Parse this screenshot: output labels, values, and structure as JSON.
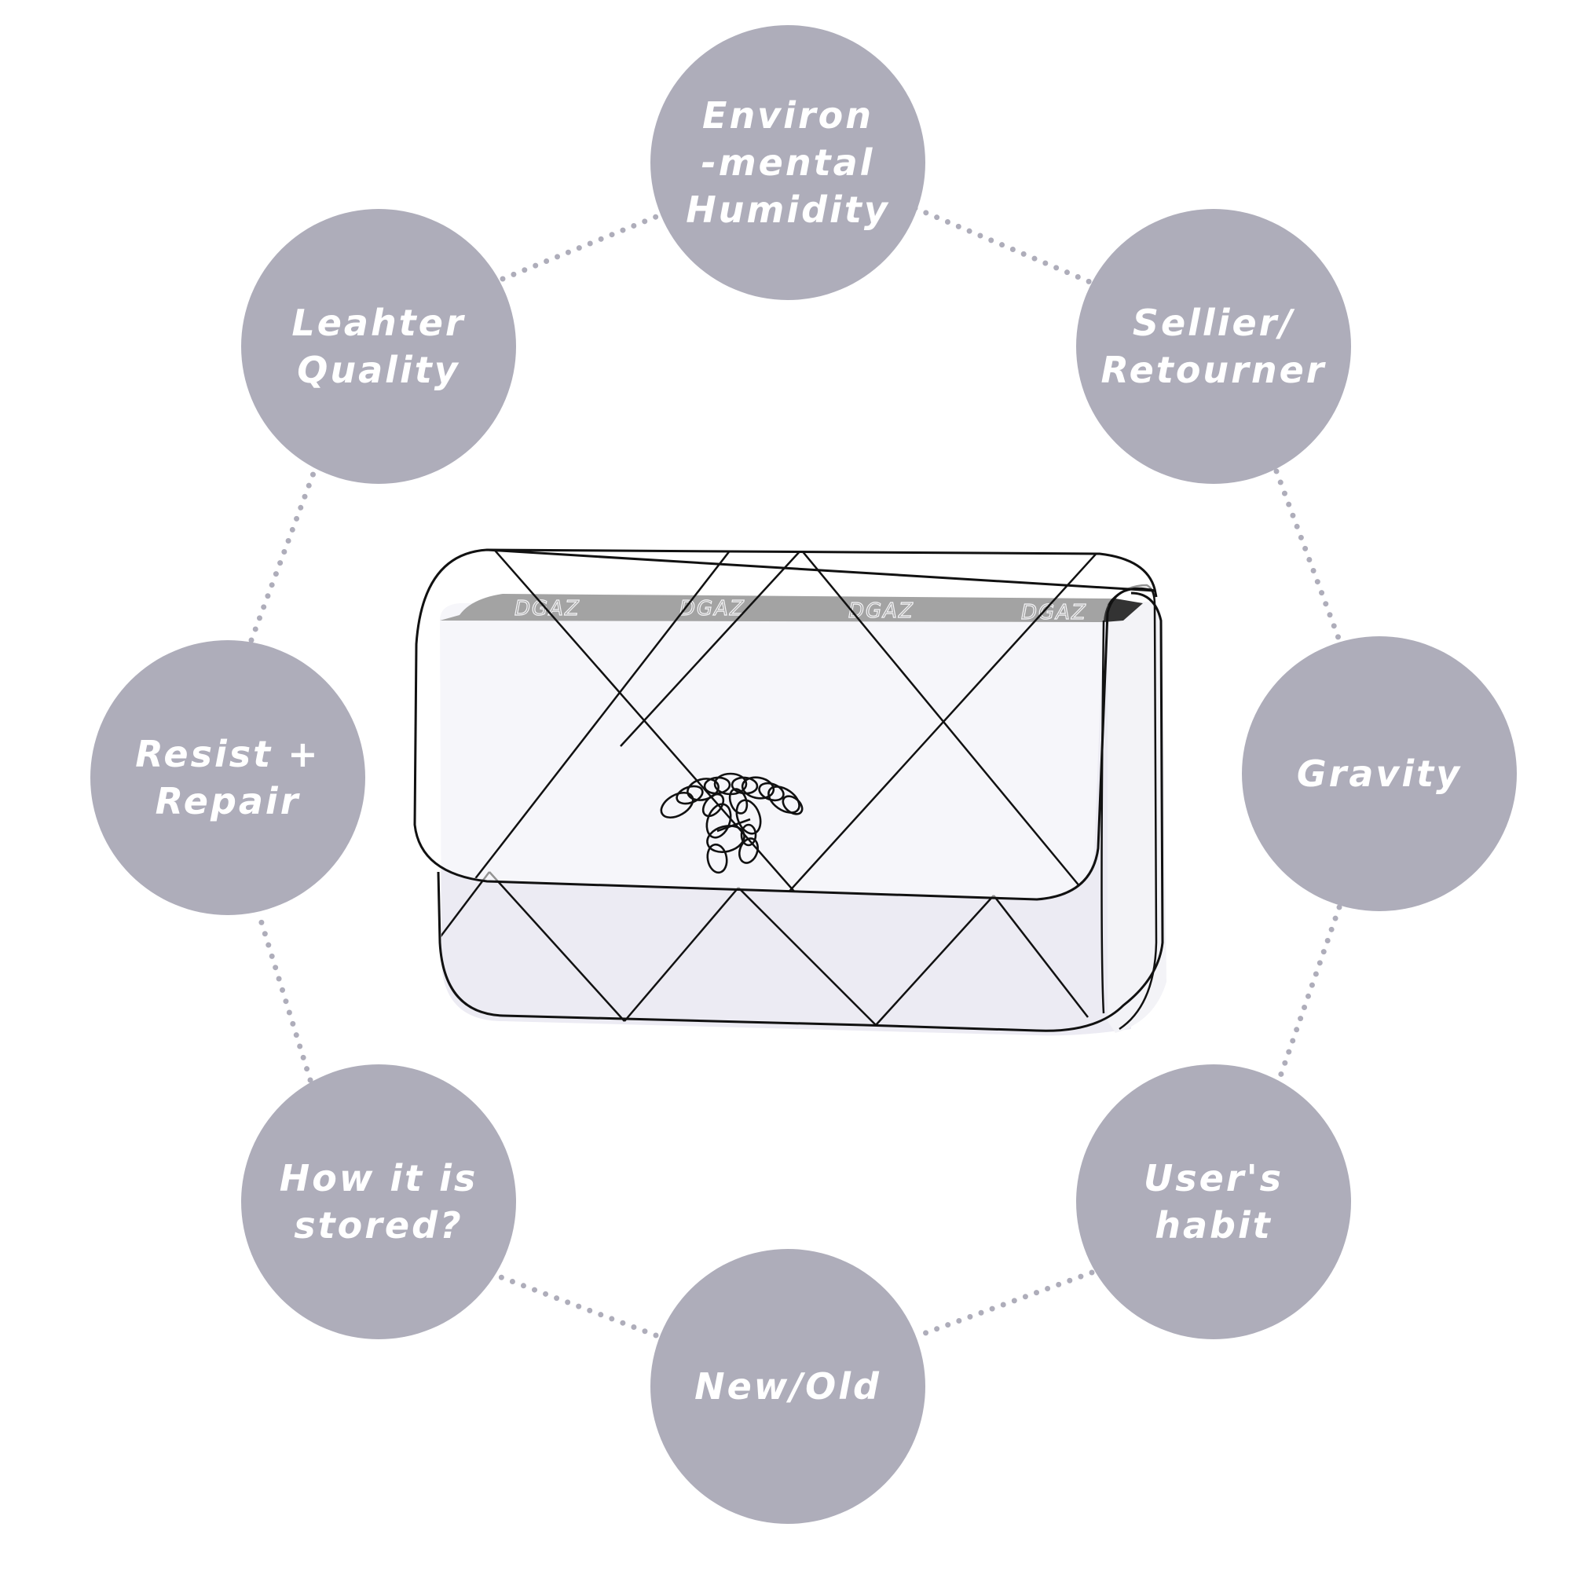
{
  "diagram": {
    "title": "",
    "center": {
      "subject": "quilted flap bag illustration",
      "brand_strip_text": [
        "DGAZ",
        "DGAZ",
        "DGAZ",
        "DGAZ"
      ],
      "clasp_icon": "interlocking-chain-logo-icon"
    },
    "factors": [
      {
        "id": "humidity",
        "label": "Environ\n-mental\nHumidity",
        "position": "top"
      },
      {
        "id": "sellier",
        "label": "Sellier/\nRetourner",
        "position": "upper-right"
      },
      {
        "id": "gravity",
        "label": "Gravity",
        "position": "right"
      },
      {
        "id": "user-habit",
        "label": "User's\nhabit",
        "position": "lower-right"
      },
      {
        "id": "new-old",
        "label": "New/Old",
        "position": "bottom"
      },
      {
        "id": "storage",
        "label": "How it is\nstored?",
        "position": "lower-left"
      },
      {
        "id": "resist-repair",
        "label": "Resist +\nRepair",
        "position": "left"
      },
      {
        "id": "leather-quality",
        "label": "Leahter\nQuality",
        "position": "upper-left"
      }
    ],
    "connector_style": "dotted",
    "colors": {
      "node_fill": "#aeadba",
      "node_text": "#ffffff",
      "connector": "#aeadba",
      "bag_fill": "#ecebf3",
      "bag_outline": "#111111",
      "brand_strip": "#333333",
      "background": "#ffffff"
    }
  }
}
